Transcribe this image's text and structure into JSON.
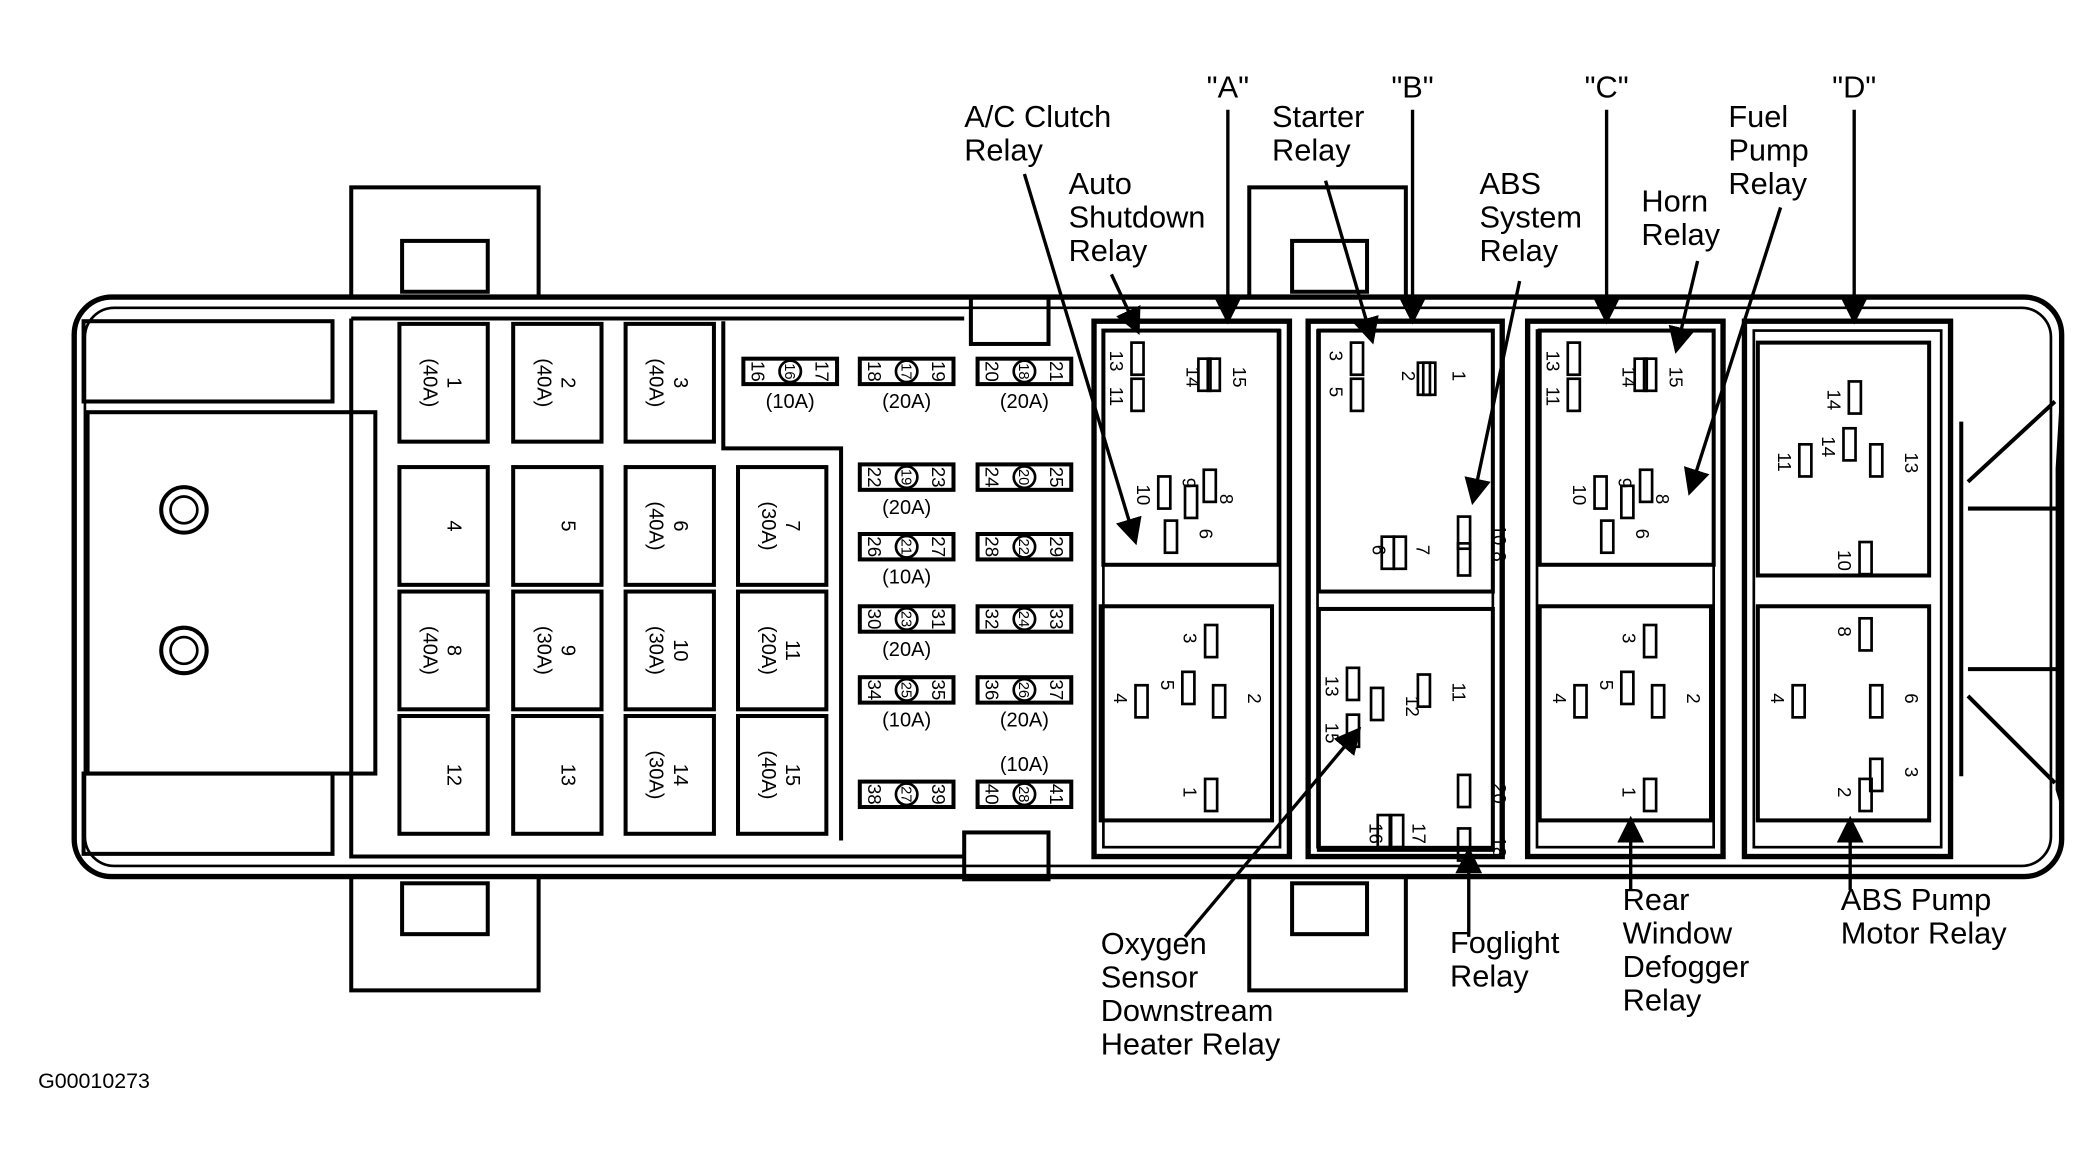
{
  "figure_code": "G00010273",
  "sections": [
    "\"A\"",
    "\"B\"",
    "\"C\"",
    "\"D\""
  ],
  "callouts": {
    "ac_clutch": [
      "A/C Clutch",
      "Relay"
    ],
    "auto_shutdown": [
      "Auto",
      "Shutdown",
      "Relay"
    ],
    "starter": [
      "Starter",
      "Relay"
    ],
    "abs_system": [
      "ABS",
      "System",
      "Relay"
    ],
    "horn": [
      "Horn",
      "Relay"
    ],
    "fuel_pump": [
      "Fuel",
      "Pump",
      "Relay"
    ],
    "oxygen_sensor": [
      "Oxygen",
      "Sensor",
      "Downstream",
      "Heater Relay"
    ],
    "foglight": [
      "Foglight",
      "Relay"
    ],
    "rear_defogger": [
      "Rear",
      "Window",
      "Defogger",
      "Relay"
    ],
    "abs_pump": [
      "ABS Pump",
      "Motor Relay"
    ]
  },
  "maxi_fuses": [
    {
      "n": "1",
      "rating": "(40A)"
    },
    {
      "n": "2",
      "rating": "(40A)"
    },
    {
      "n": "3",
      "rating": "(40A)"
    },
    {
      "n": "4",
      "rating": ""
    },
    {
      "n": "5",
      "rating": ""
    },
    {
      "n": "6",
      "rating": "(40A)"
    },
    {
      "n": "7",
      "rating": "(30A)"
    },
    {
      "n": "8",
      "rating": "(40A)"
    },
    {
      "n": "9",
      "rating": "(30A)"
    },
    {
      "n": "10",
      "rating": "(30A)"
    },
    {
      "n": "11",
      "rating": "(20A)"
    },
    {
      "n": "12",
      "rating": ""
    },
    {
      "n": "13",
      "rating": ""
    },
    {
      "n": "14",
      "rating": "(30A)"
    },
    {
      "n": "15",
      "rating": "(40A)"
    }
  ],
  "mini_fuses": [
    {
      "n": "16",
      "a": "16",
      "b": "17",
      "rating": "(10A)"
    },
    {
      "n": "17",
      "a": "18",
      "b": "19",
      "rating": "(20A)"
    },
    {
      "n": "18",
      "a": "20",
      "b": "21",
      "rating": "(20A)"
    },
    {
      "n": "19",
      "a": "22",
      "b": "23",
      "rating": "(20A)"
    },
    {
      "n": "20",
      "a": "24",
      "b": "25",
      "rating": ""
    },
    {
      "n": "21",
      "a": "26",
      "b": "27",
      "rating": "(10A)"
    },
    {
      "n": "22",
      "a": "28",
      "b": "29",
      "rating": ""
    },
    {
      "n": "23",
      "a": "30",
      "b": "31",
      "rating": "(20A)"
    },
    {
      "n": "24",
      "a": "32",
      "b": "33",
      "rating": ""
    },
    {
      "n": "25",
      "a": "34",
      "b": "35",
      "rating": "(10A)"
    },
    {
      "n": "26",
      "a": "36",
      "b": "37",
      "rating": "(20A)"
    },
    {
      "n": "27",
      "a": "38",
      "b": "39",
      "rating": ""
    },
    {
      "n": "28",
      "a": "40",
      "b": "41",
      "rating": "(10A)"
    }
  ],
  "relay_pins": {
    "a_top": [
      "13",
      "11",
      "14",
      "15",
      "10",
      "9",
      "8",
      "6"
    ],
    "a_bottom": [
      "3",
      "5",
      "4",
      "2",
      "1"
    ],
    "b_top": [
      "3",
      "5",
      "2",
      "1",
      "6",
      "7",
      "10",
      "8"
    ],
    "b_bottom": [
      "13",
      "15",
      "12",
      "11",
      "16",
      "17",
      "20",
      "18"
    ],
    "c_top": [
      "13",
      "11",
      "14",
      "15",
      "10",
      "9",
      "8",
      "6"
    ],
    "c_bottom": [
      "3",
      "5",
      "4",
      "2",
      "1"
    ],
    "d_top": [
      "14",
      "14",
      "11",
      "13",
      "10"
    ],
    "d_bottom": [
      "8",
      "4",
      "6",
      "3",
      "2"
    ]
  }
}
